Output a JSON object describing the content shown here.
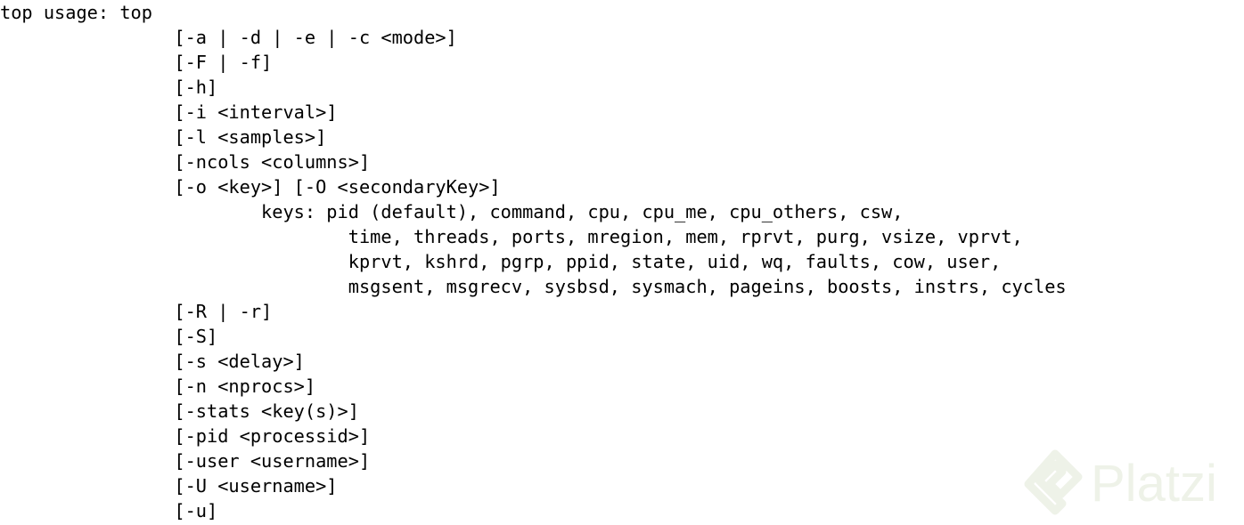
{
  "terminal": {
    "lines": [
      "top usage: top",
      "                [-a | -d | -e | -c <mode>]",
      "                [-F | -f]",
      "                [-h]",
      "                [-i <interval>]",
      "                [-l <samples>]",
      "                [-ncols <columns>]",
      "                [-o <key>] [-O <secondaryKey>]",
      "                        keys: pid (default), command, cpu, cpu_me, cpu_others, csw,",
      "                                time, threads, ports, mregion, mem, rprvt, purg, vsize, vprvt,",
      "                                kprvt, kshrd, pgrp, ppid, state, uid, wq, faults, cow, user,",
      "                                msgsent, msgrecv, sysbsd, sysmach, pageins, boosts, instrs, cycles",
      "                [-R | -r]",
      "                [-S]",
      "                [-s <delay>]",
      "                [-n <nprocs>]",
      "                [-stats <key(s)>]",
      "                [-pid <processid>]",
      "                [-user <username>]",
      "                [-U <username>]",
      "                [-u]"
    ]
  },
  "watermark": {
    "text": "Platzi",
    "icon": "platzi-logo-icon",
    "color": "#b0c496"
  }
}
